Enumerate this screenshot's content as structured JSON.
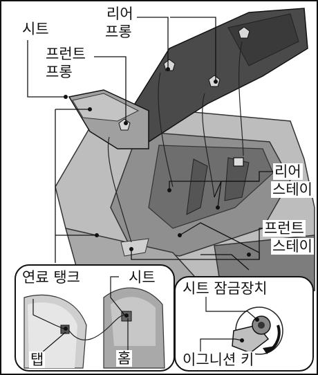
{
  "labels": {
    "seat": "시트",
    "front_prong_1": "프런트",
    "front_prong_2": "프롱",
    "rear_prong_1": "리어",
    "rear_prong_2": "프롱",
    "rear_stay_1": "리어",
    "rear_stay_2": "스테이",
    "front_stay_1": "프런트",
    "front_stay_2": "스테이",
    "fuel_tank": "연료 탱크",
    "inset_seat": "시트",
    "tab": "탭",
    "groove": "홈",
    "seat_lock": "시트 잠금장치",
    "ignition_key": "이그니션 키"
  },
  "colors": {
    "outline": "#111111",
    "body_gray": "#8f8f8f",
    "seat_dark": "#4a4a4a",
    "light_gray": "#c9c9c9"
  }
}
